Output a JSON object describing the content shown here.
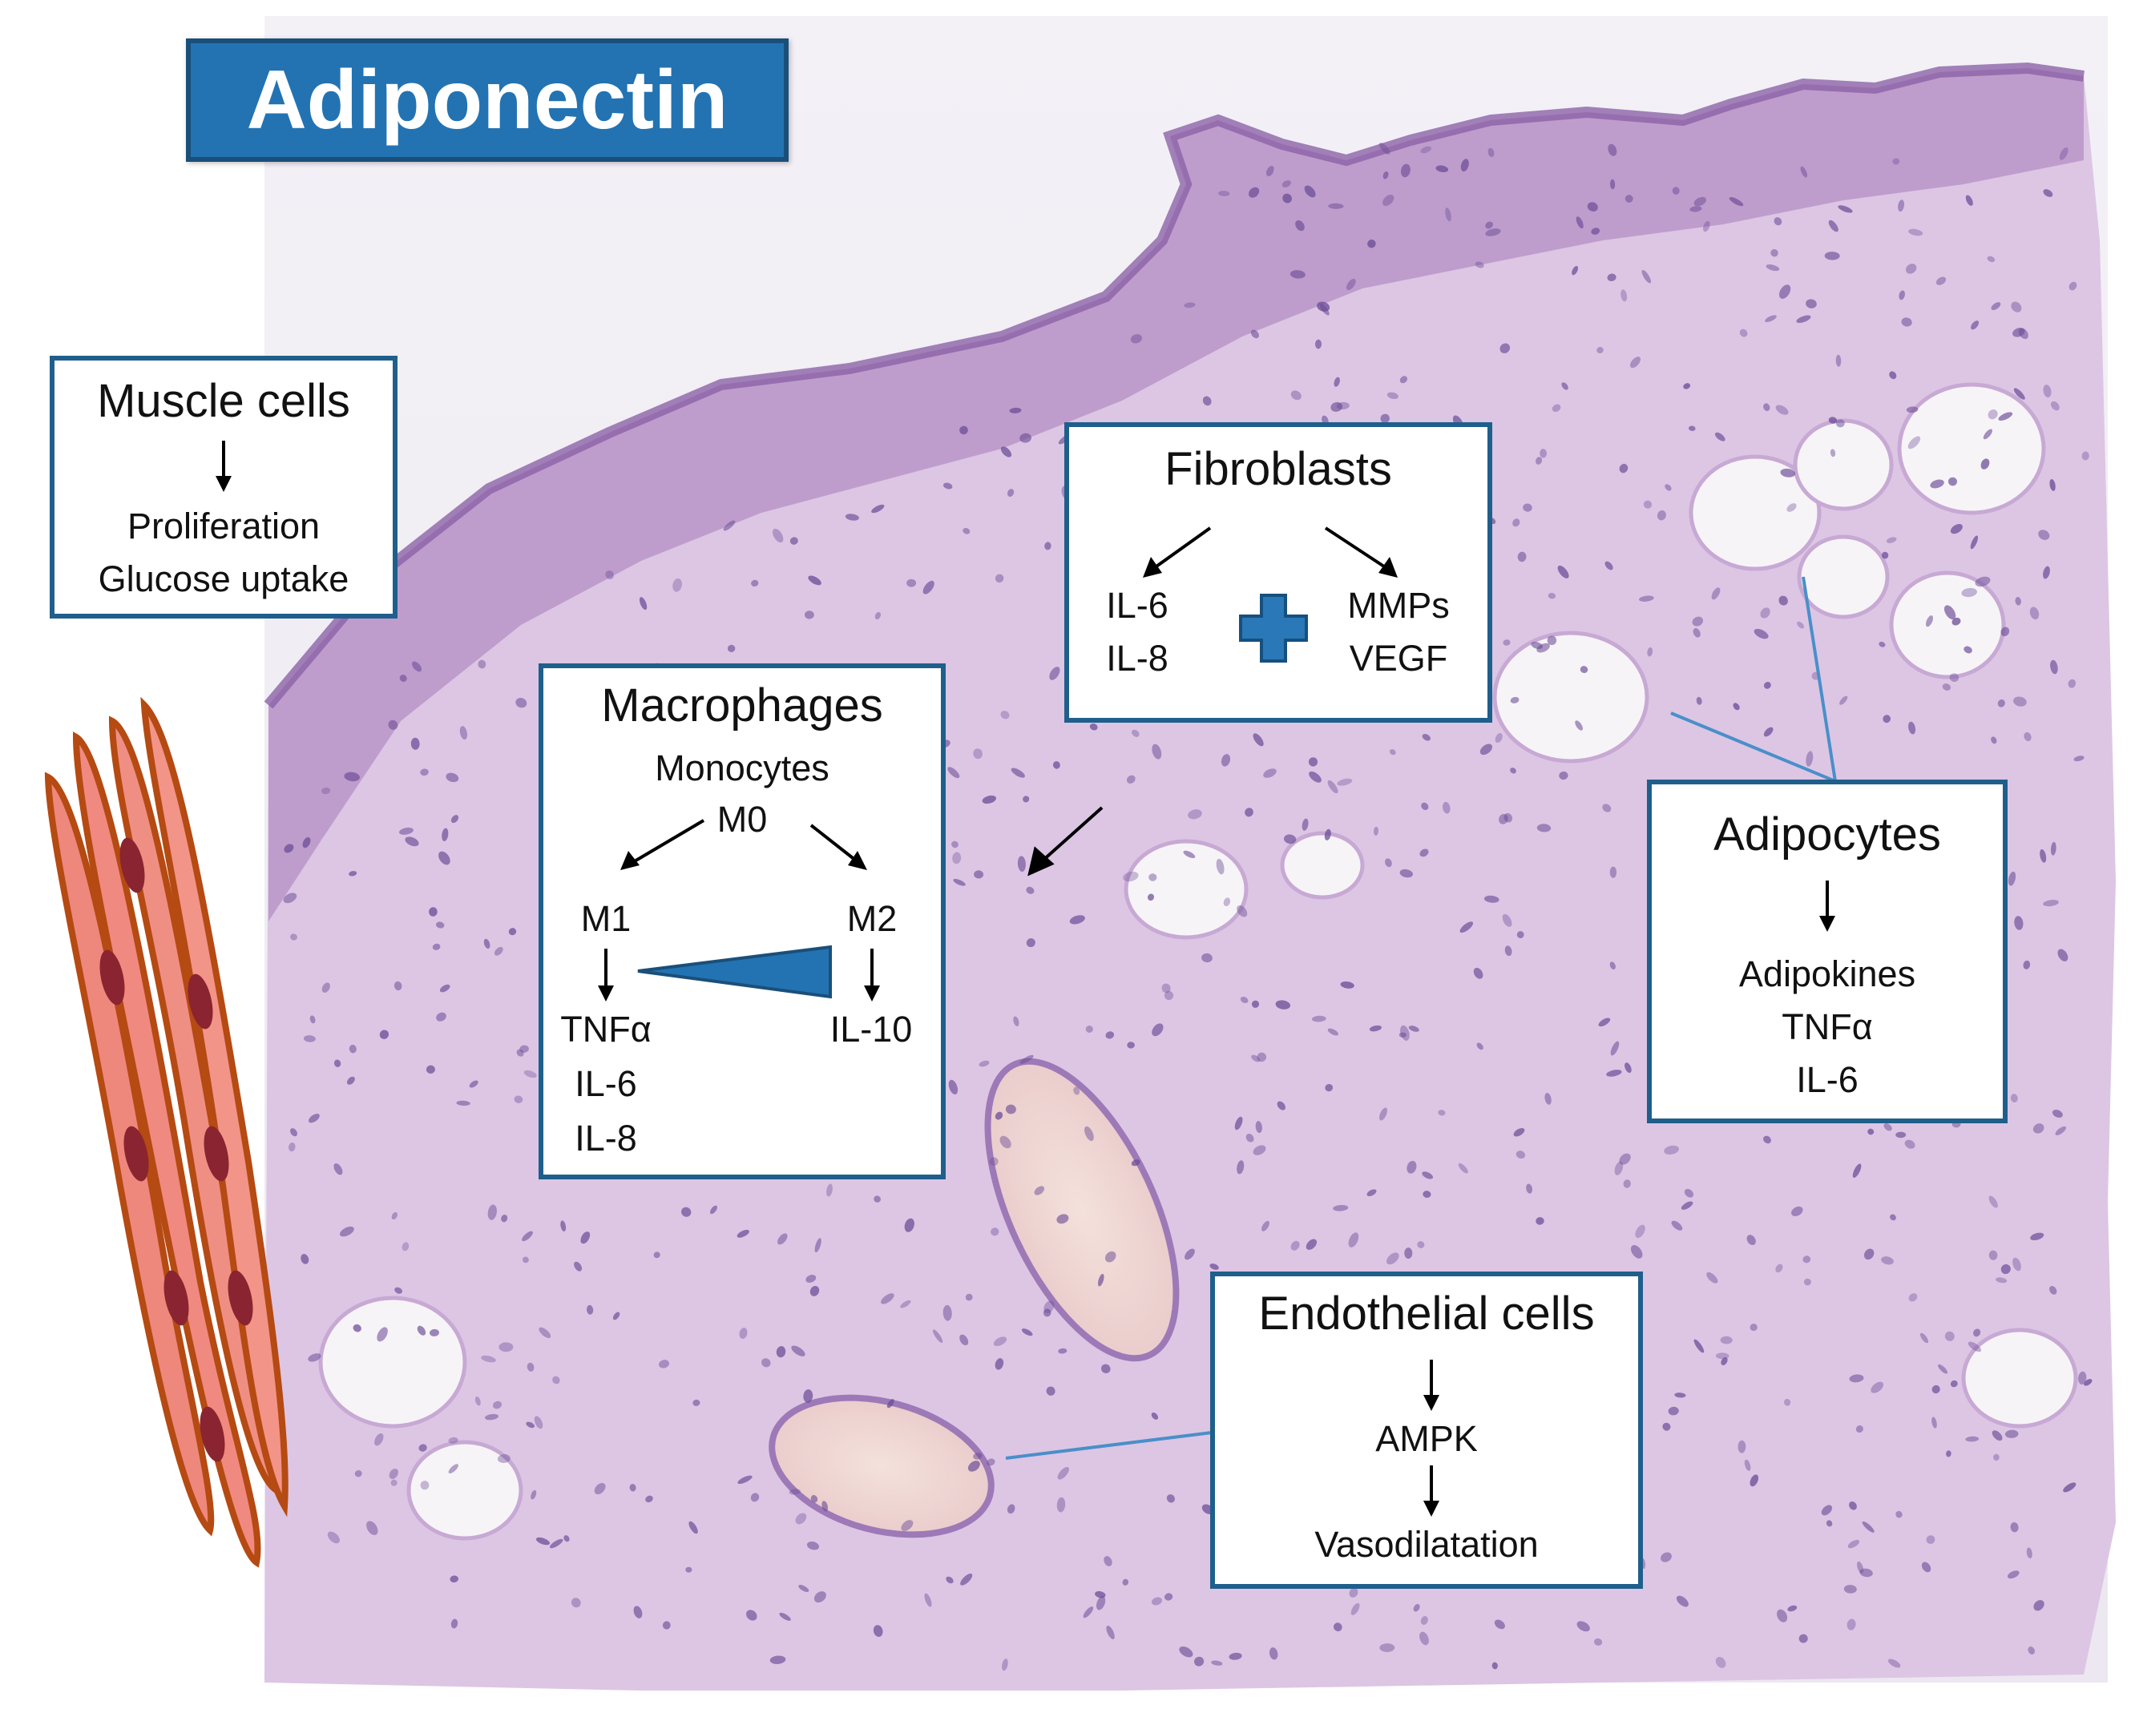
{
  "title": "Adiponectin",
  "muscle": {
    "heading": "Muscle cells",
    "effects": [
      "Proliferation",
      "Glucose uptake"
    ]
  },
  "fibroblasts": {
    "heading": "Fibroblasts",
    "left": [
      "IL-6",
      "IL-8"
    ],
    "right": [
      "MMPs",
      "VEGF"
    ]
  },
  "macrophages": {
    "heading": "Macrophages",
    "monocytes": "Monocytes",
    "m0": "M0",
    "m1": "M1",
    "m2": "M2",
    "m1_outputs": [
      "TNFα",
      "IL-6",
      "IL-8"
    ],
    "m2_outputs": [
      "IL-10"
    ]
  },
  "adipocytes": {
    "heading": "Adipocytes",
    "outputs": [
      "Adipokines",
      "TNFα",
      "IL-6"
    ]
  },
  "endothelial": {
    "heading": "Endothelial cells",
    "step1": "AMPK",
    "step2": "Vasodilatation"
  },
  "colors": {
    "banner": "#2373b2",
    "box_border": "#1f5f8b",
    "plus": "#2a78b8",
    "tissue": "#dcc6e4",
    "nuclei": "#6a4a95",
    "muscle_fill": "#f08a80",
    "muscle_nucleus": "#8a2430"
  }
}
